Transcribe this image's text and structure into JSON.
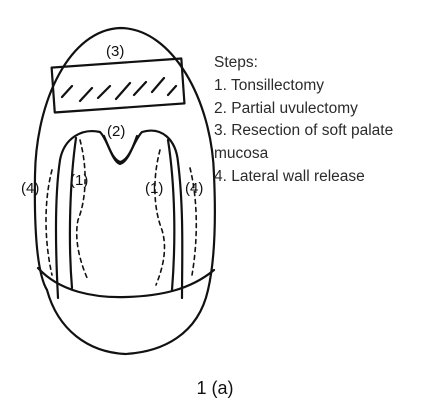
{
  "diagram": {
    "region_labels": {
      "soft_palate": "(3)",
      "uvula": "(2)",
      "tonsil_left": "(1)",
      "tonsil_right": "(1)",
      "lateral_left": "(4)",
      "lateral_right": "(4)"
    },
    "steps": {
      "heading": "Steps:",
      "items": [
        "1. Tonsillectomy",
        "2. Partial uvulectomy",
        "3. Resection of soft palate",
        "mucosa",
        "4. Lateral wall release"
      ]
    },
    "caption": "1 (a)"
  }
}
